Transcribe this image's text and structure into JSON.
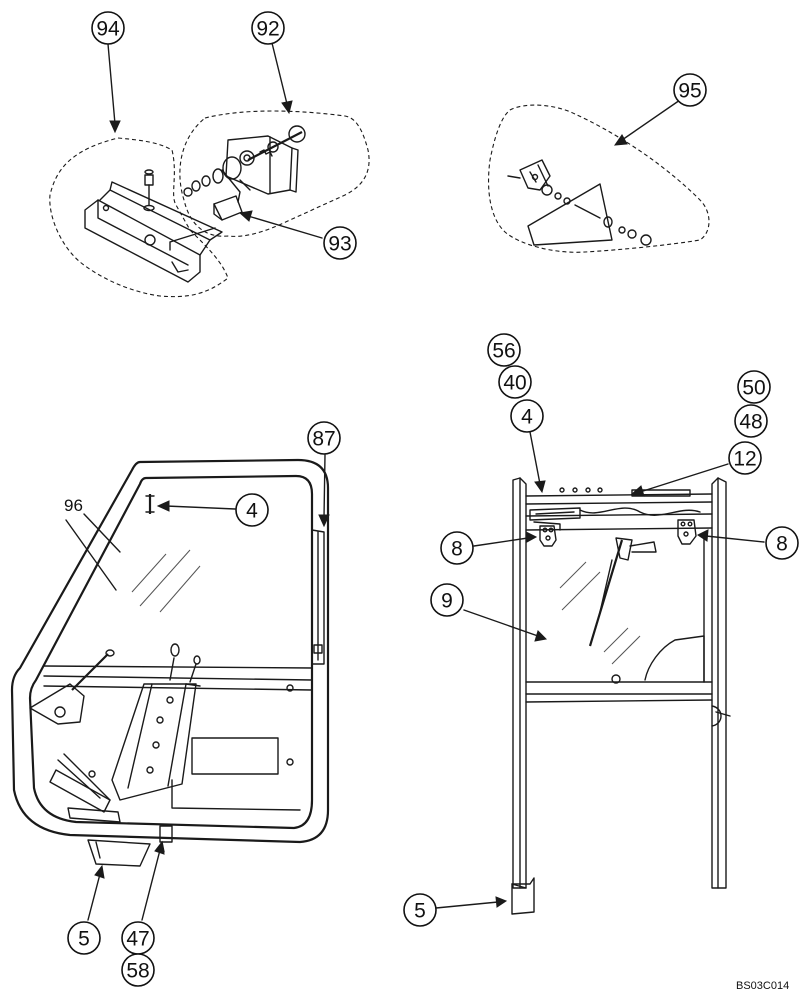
{
  "callouts": [
    {
      "id": "c94",
      "text": "94"
    },
    {
      "id": "c92",
      "text": "92"
    },
    {
      "id": "c93",
      "text": "93"
    },
    {
      "id": "c95",
      "text": "95"
    },
    {
      "id": "c87",
      "text": "87"
    },
    {
      "id": "c4a",
      "text": "4"
    },
    {
      "id": "c5a",
      "text": "5"
    },
    {
      "id": "c47",
      "text": "47"
    },
    {
      "id": "c58",
      "text": "58"
    },
    {
      "id": "c56",
      "text": "56"
    },
    {
      "id": "c40",
      "text": "40"
    },
    {
      "id": "c4b",
      "text": "4"
    },
    {
      "id": "c50",
      "text": "50"
    },
    {
      "id": "c48",
      "text": "48"
    },
    {
      "id": "c12",
      "text": "12"
    },
    {
      "id": "c8a",
      "text": "8"
    },
    {
      "id": "c8b",
      "text": "8"
    },
    {
      "id": "c9",
      "text": "9"
    },
    {
      "id": "c5b",
      "text": "5"
    }
  ],
  "labels": {
    "part_96": "96",
    "drawing_code": "BS03C014"
  }
}
